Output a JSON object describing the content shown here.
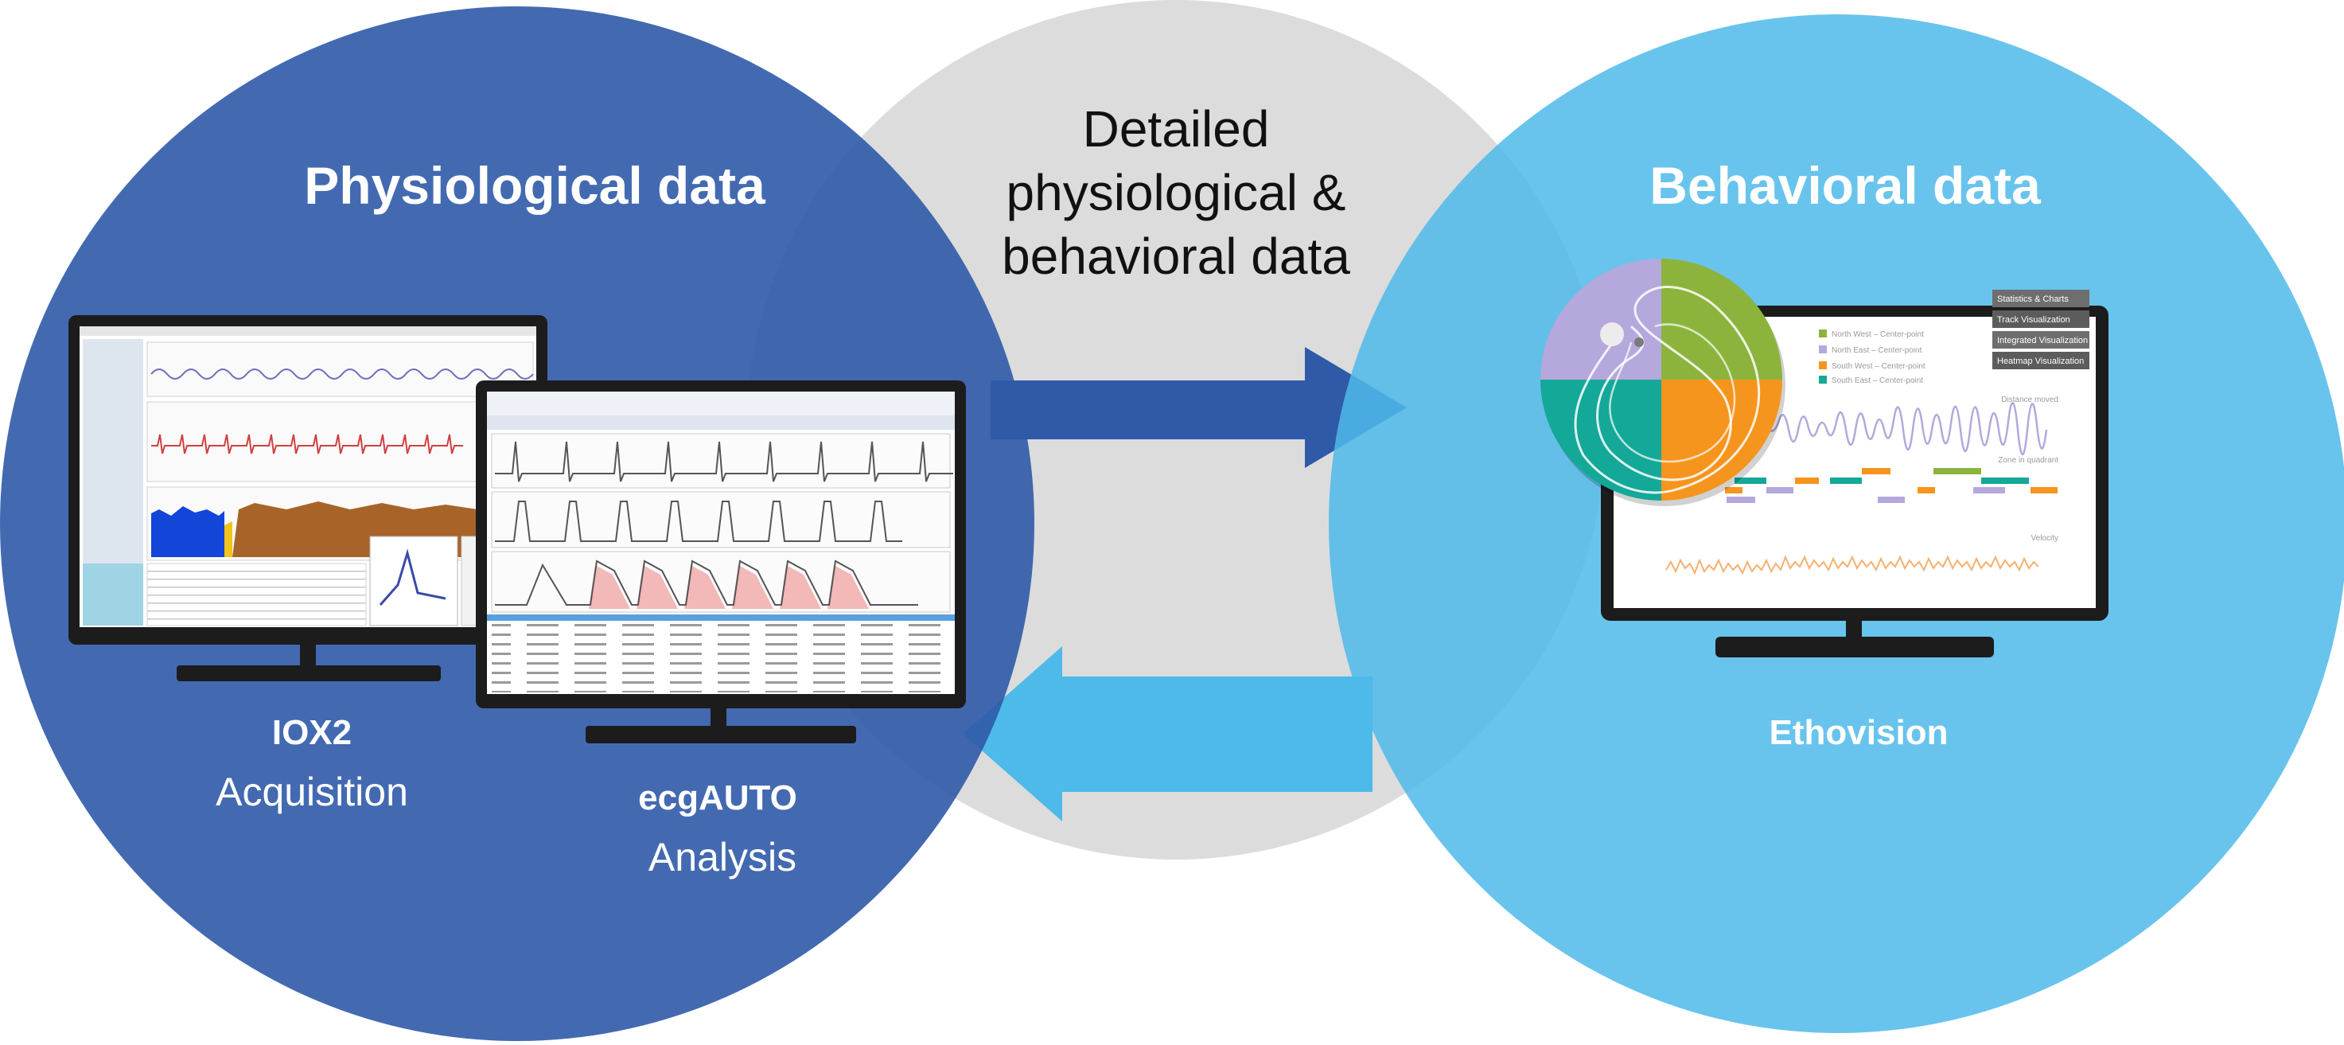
{
  "colors": {
    "physiological": "#2f5aa8",
    "behavioral": "#4dbae9",
    "center": "#dcdcdc",
    "arrow_right": "#2f5aa8",
    "arrow_left": "#4dbae9",
    "screen_frame": "#1c1c1c",
    "pie_green": "#8cb43c",
    "pie_purple": "#b4a8dc",
    "pie_teal": "#14a898",
    "pie_orange": "#f5951e"
  },
  "center": {
    "line1": "Detailed",
    "line2": "physiological &",
    "line3": "behavioral data"
  },
  "physiological": {
    "title": "Physiological data",
    "app1_name": "IOX2",
    "app1_role": "Acquisition",
    "app2_name": "ecgAUTO",
    "app2_role": "Analysis"
  },
  "behavioral": {
    "title": "Behavioral data",
    "app_name": "Ethovision",
    "menu_items": [
      "Statistics & Charts",
      "Track Visualization",
      "Integrated Visualization",
      "Heatmap Visualization"
    ],
    "legend_items": [
      "North West – Center-point",
      "North East – Center-point",
      "South West – Center-point",
      "South East – Center-point"
    ],
    "chart_labels": [
      "Distance moved",
      "Zone in quadrant",
      "Velocity"
    ]
  },
  "icons": {
    "arrow_right": "arrow-right-icon",
    "arrow_left": "arrow-left-icon",
    "monitor": "monitor-icon",
    "pie": "zone-pie-icon"
  }
}
